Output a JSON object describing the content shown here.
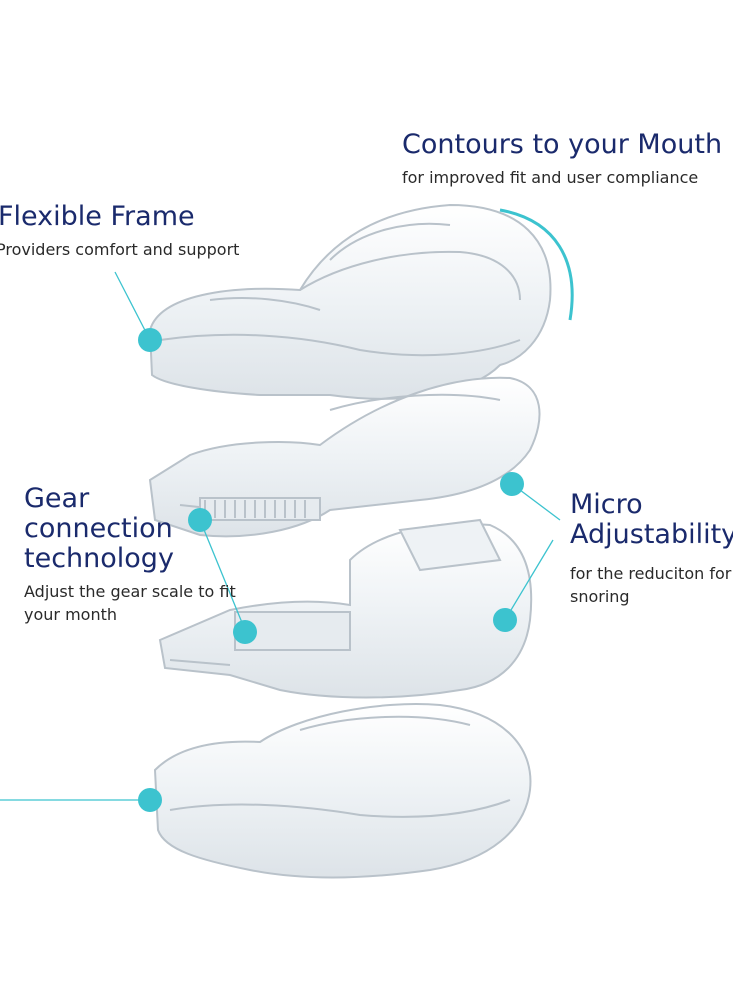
{
  "callouts": [
    {
      "title": "Contours to your Mouth",
      "subtitle": "for improved fit and user compliance"
    },
    {
      "title": "Flexible Frame",
      "subtitle": "Providers comfort and support"
    },
    {
      "title": "Gear connection technology",
      "subtitle": "Adjust the gear scale to fit your month"
    },
    {
      "title": "Micro Adjustability",
      "subtitle": "for the reduciton for snoring"
    }
  ],
  "colors": {
    "heading": "#1a2a6c",
    "body_text": "#2a2a2a",
    "accent": "#3cc3cf",
    "plastic_stroke": "#b9c2ca",
    "plastic_fill": "#eef2f5"
  },
  "image": {
    "subject": "exploded view of clear anti-snoring mouthguard",
    "layers": [
      "top tray",
      "gear plate",
      "adjustment plate",
      "bottom tray"
    ]
  }
}
